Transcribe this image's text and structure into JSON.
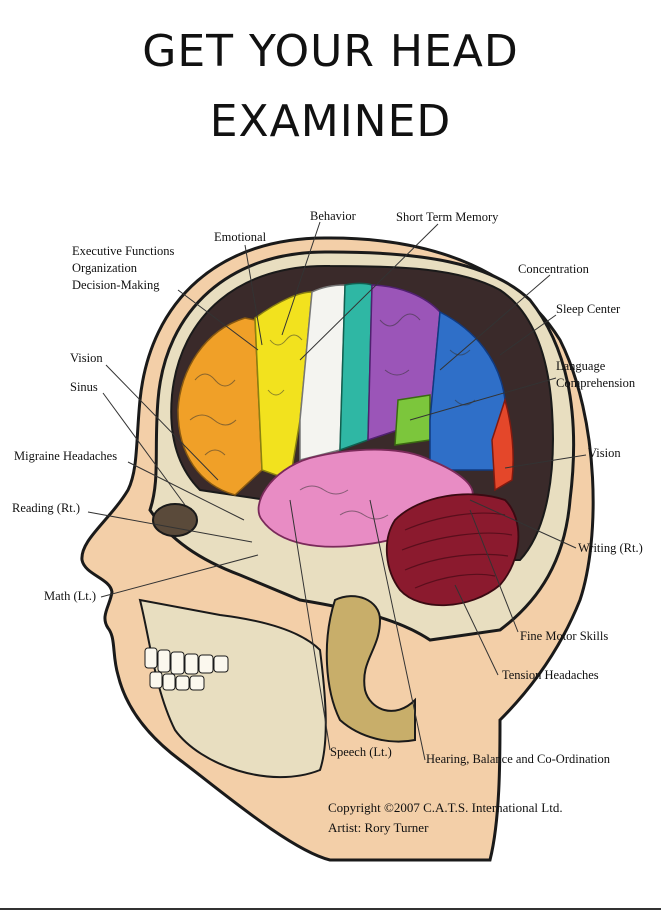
{
  "title": {
    "line1": "GET YOUR HEAD",
    "line2": "EXAMINED"
  },
  "labels": {
    "behavior": "Behavior",
    "short_term_memory": "Short Term Memory",
    "emotional": "Emotional",
    "executive_1": "Executive Functions",
    "executive_2": "Organization",
    "executive_3": "Decision-Making",
    "concentration": "Concentration",
    "sleep_center": "Sleep Center",
    "language_1": "Language",
    "language_2": "Comprehension",
    "vision_front": "Vision",
    "sinus": "Sinus",
    "migraine": "Migraine Headaches",
    "reading": "Reading (Rt.)",
    "vision_back": "Vision",
    "writing": "Writing (Rt.)",
    "math": "Math (Lt.)",
    "fine_motor": "Fine Motor Skills",
    "tension": "Tension Headaches",
    "speech": "Speech (Lt.)",
    "hearing": "Hearing, Balance and Co-Ordination"
  },
  "credits": {
    "copyright": "Copyright ©2007 C.A.T.S. International Ltd.",
    "artist": "Artist: Rory Turner"
  },
  "colors": {
    "frontal_orange": "#F0A028",
    "yellow": "#F2E21E",
    "white_region": "#F4F4F0",
    "teal": "#2FB7A4",
    "purple": "#9B55B8",
    "blue": "#2F6FC8",
    "green": "#7CC63C",
    "red": "#E4472A",
    "pink_temporal": "#E88CC4",
    "cerebellum": "#8B1A2E",
    "bone": "#E8DEC0",
    "skin": "#F3CFA8"
  }
}
